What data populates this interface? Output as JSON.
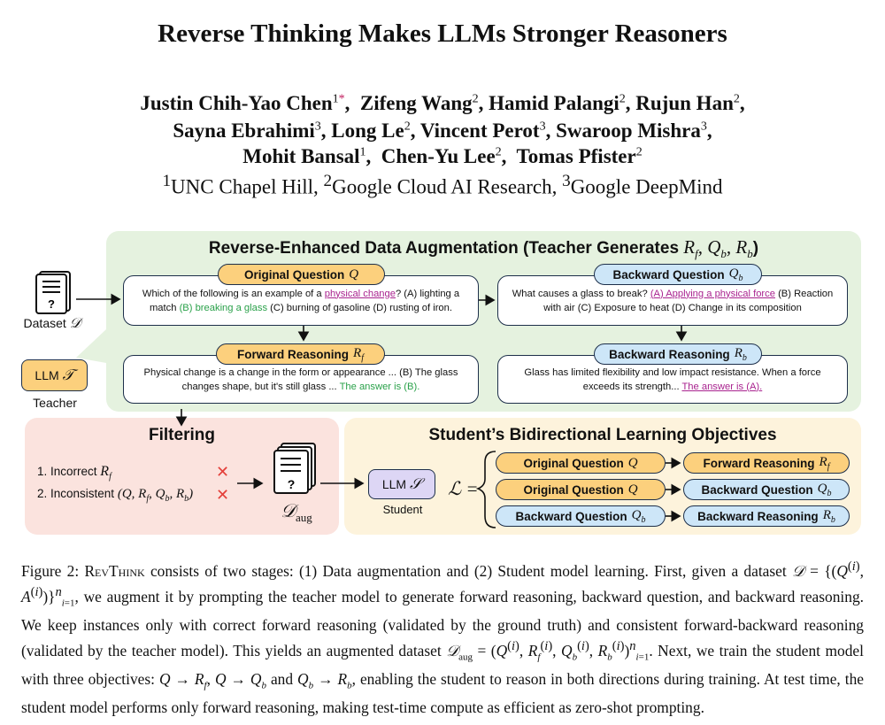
{
  "paper": {
    "title": "Reverse Thinking Makes LLMs Stronger Reasoners",
    "authors_line1": [
      "Justin Chih-Yao Chen",
      "Zifeng Wang",
      "Hamid Palangi",
      "Rujun Han"
    ],
    "authors_line2": [
      "Sayna Ebrahimi",
      "Long Le",
      "Vincent Perot",
      "Swaroop Mishra"
    ],
    "authors_line3": [
      "Mohit Bansal",
      "Chen-Yu Lee",
      "Tomas Pfister"
    ],
    "affiliations": [
      "UNC Chapel Hill",
      "Google Cloud AI Research",
      "Google DeepMind"
    ]
  },
  "figure": {
    "augment_title": "Reverse-Enhanced Data Augmentation (Teacher Generates",
    "augment_title_vars": "R_f, Q_b, R_b",
    "dataset_label": "Dataset",
    "teacher_box": "LLM",
    "teacher_label": "Teacher",
    "pill_original_question": "Original Question",
    "pill_backward_question": "Backward Question",
    "pill_forward_reasoning": "Forward Reasoning",
    "pill_backward_reasoning": "Backward Reasoning",
    "oq_text_pre": "Which of the following is an example of a",
    "oq_highlight": "physical change",
    "oq_text_mid": "? (A) lighting a match",
    "oq_answer": "(B) breaking a glass",
    "oq_text_post": "(C) burning of gasoline (D) rusting of iron.",
    "bq_text_pre": "What causes a glass to break?",
    "bq_highlight": "(A) Applying a physical force",
    "bq_text_post": "(B) Reaction with air (C) Exposure to heat (D) Change in its composition",
    "fr_text": "Physical change is a change in the form or appearance ... (B) The glass changes shape, but it's still glass ...",
    "fr_answer": "The answer is (B).",
    "br_text": "Glass has limited flexibility and low impact resistance. When a force exceeds its strength...",
    "br_answer": "The answer is (A).",
    "filter_title": "Filtering",
    "filter_item_1": "1. Incorrect",
    "filter_item_2": "2. Inconsistent",
    "student_box": "LLM",
    "student_label": "Student",
    "objectives_title": "Student’s Bidirectional Learning Objectives",
    "colors": {
      "green_panel": "#e5f2df",
      "red_panel": "#fbe3de",
      "yellow_panel": "#fdf3dc",
      "orange_pill": "#fcd07d",
      "blue_pill": "#cde6f8",
      "answer_green": "#2aa14a",
      "highlight_magenta": "#a9238f"
    },
    "icons": [
      "document-icon",
      "cross-icon",
      "arrow-icon"
    ]
  },
  "caption": {
    "label": "Figure 2:",
    "system": "RevThink",
    "text_1": "consists of two stages: (1) Data augmentation and (2) Student model learning. First, given a dataset",
    "text_2": ", we augment it by prompting the teacher model to generate forward reasoning, backward question, and backward reasoning. We keep instances only with correct forward reasoning (validated by the ground truth) and consistent forward-backward reasoning (validated by the teacher model). This yields an augmented dataset",
    "text_3": ". Next, we train the student model with three objectives:",
    "text_4": ", enabling the student to reason in both directions during training. At test time, the student model performs only forward reasoning, making test-time compute as efficient as zero-shot prompting."
  }
}
